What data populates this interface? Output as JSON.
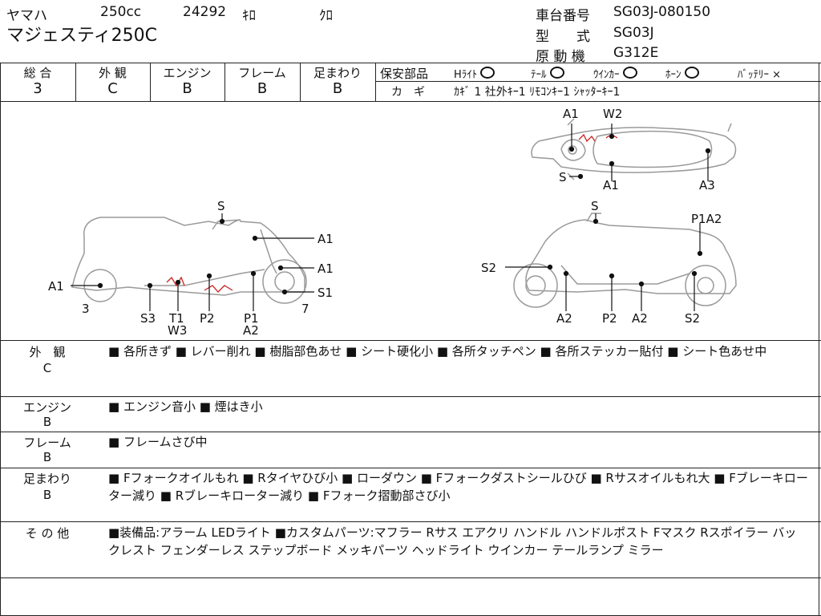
{
  "header": {
    "maker": "ヤマハ",
    "displacement": "250cc",
    "mileage": "24292",
    "mileage_unit": "ｷﾛ",
    "color": "ｸﾛ",
    "model_name": "マジェスティ250C",
    "frame_no_label": "車台番号",
    "frame_no": "SG03J-080150",
    "model_type_label": "型　　式",
    "model_type": "SG03J",
    "engine_label": "原 動 機",
    "engine_type": "G312E"
  },
  "grades": [
    {
      "label": "総 合",
      "value": "3"
    },
    {
      "label": "外 観",
      "value": "C"
    },
    {
      "label": "エンジン",
      "value": "B"
    },
    {
      "label": "フレーム",
      "value": "B"
    },
    {
      "label": "足まわり",
      "value": "B"
    }
  ],
  "safety": {
    "label": "保安部品",
    "items": [
      {
        "name": "Hﾗｲﾄ",
        "mark": "circle"
      },
      {
        "name": "ﾃｰﾙ",
        "mark": "circle"
      },
      {
        "name": "ｳｲﾝｶｰ",
        "mark": "circle"
      },
      {
        "name": "ﾎｰﾝ",
        "mark": "circle"
      },
      {
        "name": "ﾊﾞｯﾃﾘｰ",
        "mark": "×"
      }
    ],
    "keys_label": "カ　ギ",
    "keys_value": "ｶｷﾞ 1 社外ｷｰ1 ﾘﾓｺﾝｷｰ1 ｼｬｯﾀｰｷｰ1"
  },
  "diagram": {
    "top": [
      "A1",
      "W2",
      "S",
      "A1",
      "A3"
    ],
    "left": [
      "S",
      "A1",
      "A1",
      "A1",
      "S1",
      "3",
      "7",
      "S3",
      "T1",
      "W3",
      "P2",
      "P1",
      "A2"
    ],
    "right": [
      "S",
      "P1A2",
      "S2",
      "A2",
      "P2",
      "A2",
      "S2"
    ]
  },
  "sections": [
    {
      "title": "外　観",
      "grade": "C",
      "text": "■ 各所きず ■ レバー削れ ■ 樹脂部色あせ ■ シート硬化小 ■ 各所タッチペン ■ 各所ステッカー貼付 ■ シート色あせ中"
    },
    {
      "title": "エンジン",
      "grade": "B",
      "text": "■ エンジン音小 ■ 煙はき小"
    },
    {
      "title": "フレーム",
      "grade": "B",
      "text": "■ フレームさび中"
    },
    {
      "title": "足まわり",
      "grade": "B",
      "text": "■ Fフォークオイルもれ ■ Rタイヤひび小 ■ ローダウン ■ Fフォークダストシールひび ■ Rサスオイルもれ大 ■ Fブレーキローター減り ■ Rブレーキローター減り ■ Fフォーク摺動部さび小"
    },
    {
      "title": "そ の 他",
      "grade": "",
      "text": "■装備品:アラーム LEDライト ■カスタムパーツ:マフラー Rサス エアクリ ハンドル ハンドルポスト Fマスク Rスポイラー バックレスト フェンダーレス ステップボード メッキパーツ ヘッドライト ウインカー テールランプ ミラー"
    }
  ],
  "colors": {
    "line": "#222222",
    "damage_mark": "#cc2222",
    "sketch": "#9a9a9a"
  }
}
